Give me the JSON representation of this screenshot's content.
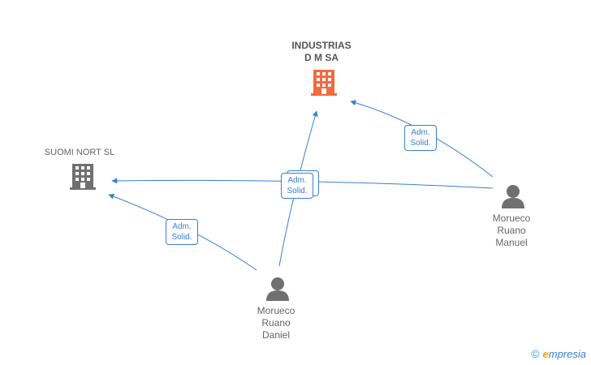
{
  "nodes": {
    "industrias": {
      "lines": [
        "INDUSTRIAS",
        "D M SA"
      ],
      "icon": "building-icon",
      "color": "#f26a3d"
    },
    "suomi": {
      "lines": [
        "SUOMI NORT SL"
      ],
      "icon": "building-icon",
      "color": "#707070"
    },
    "manuel": {
      "lines": [
        "Morueco",
        "Ruano",
        "Manuel"
      ],
      "icon": "person-icon",
      "color": "#707070"
    },
    "daniel": {
      "lines": [
        "Morueco",
        "Ruano",
        "Daniel"
      ],
      "icon": "person-icon",
      "color": "#707070"
    }
  },
  "edges": [
    {
      "from": "manuel",
      "to": "industrias",
      "label": [
        "Adm.",
        "Solid."
      ]
    },
    {
      "from": "manuel",
      "to": "suomi",
      "label": [
        "Adm.",
        "Solid."
      ]
    },
    {
      "from": "daniel",
      "to": "industrias",
      "label": [
        "Adm.",
        "Solid."
      ]
    },
    {
      "from": "daniel",
      "to": "suomi",
      "label": [
        "Adm.",
        "Solid."
      ]
    }
  ],
  "colors": {
    "edge": "#3a7fd0",
    "company_highlight": "#f26a3d",
    "company": "#707070",
    "person": "#707070"
  },
  "footer": {
    "copyright": "©",
    "brand_initial": "e",
    "brand_rest": "mpresia"
  }
}
